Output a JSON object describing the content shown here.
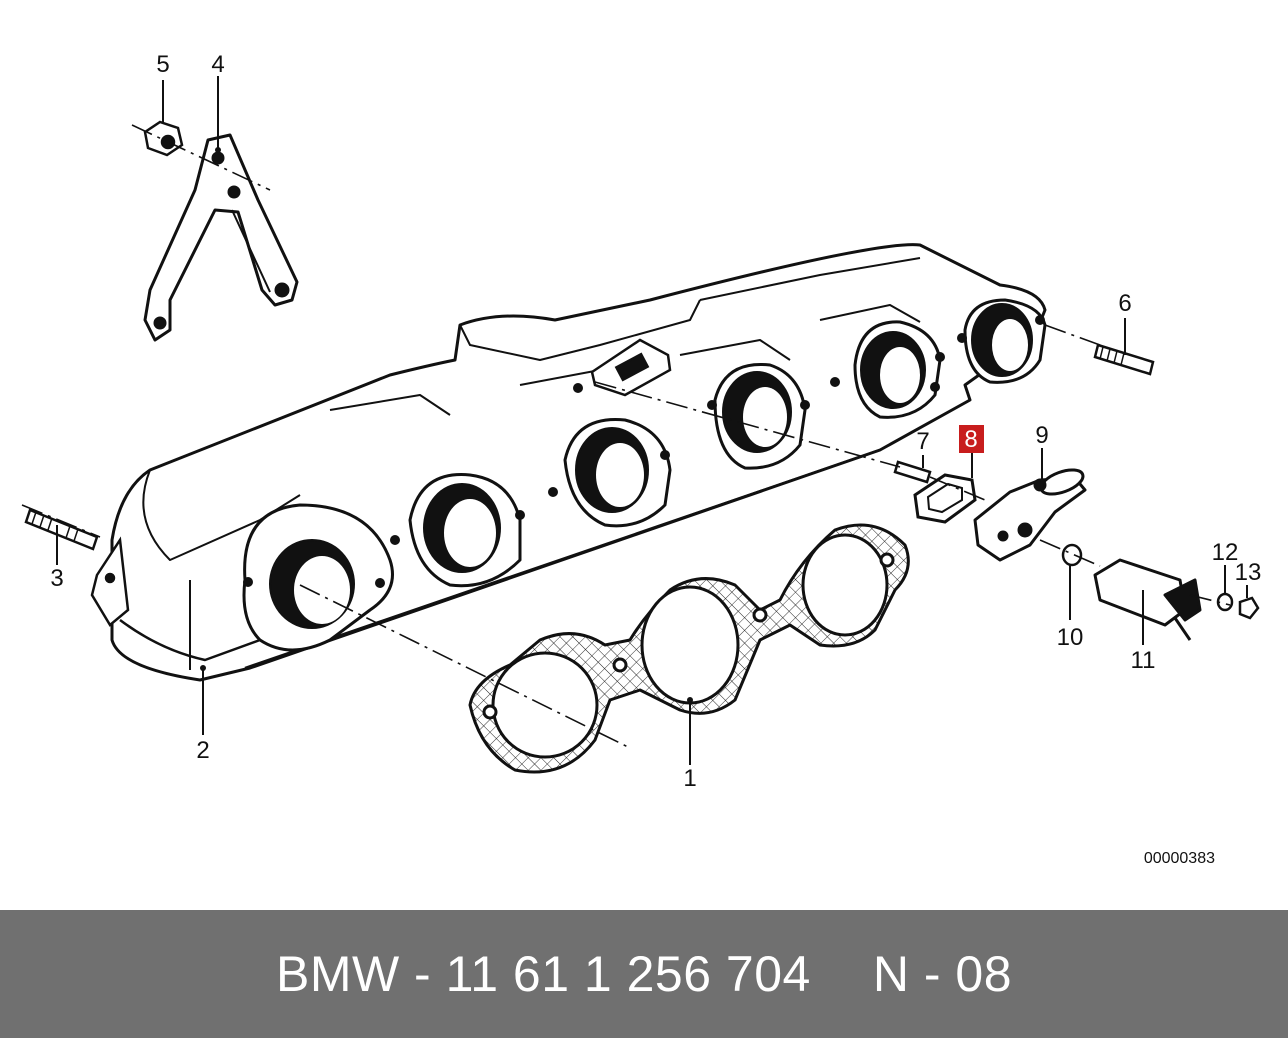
{
  "diagram": {
    "callouts": [
      {
        "id": "p1",
        "label": "1"
      },
      {
        "id": "p2",
        "label": "2"
      },
      {
        "id": "p3",
        "label": "3"
      },
      {
        "id": "p4",
        "label": "4"
      },
      {
        "id": "p5",
        "label": "5"
      },
      {
        "id": "p6",
        "label": "6"
      },
      {
        "id": "p7",
        "label": "7"
      },
      {
        "id": "p8",
        "label": "8",
        "highlighted": true
      },
      {
        "id": "p9",
        "label": "9"
      },
      {
        "id": "p10",
        "label": "10"
      },
      {
        "id": "p11",
        "label": "11"
      },
      {
        "id": "p12",
        "label": "12"
      },
      {
        "id": "p13",
        "label": "13"
      }
    ],
    "diagram_code": "00000383",
    "highlight_color": "#c81d1d"
  },
  "footer": {
    "part_number": "BMW - 11 61 1 256 704",
    "position": "N - 08"
  }
}
